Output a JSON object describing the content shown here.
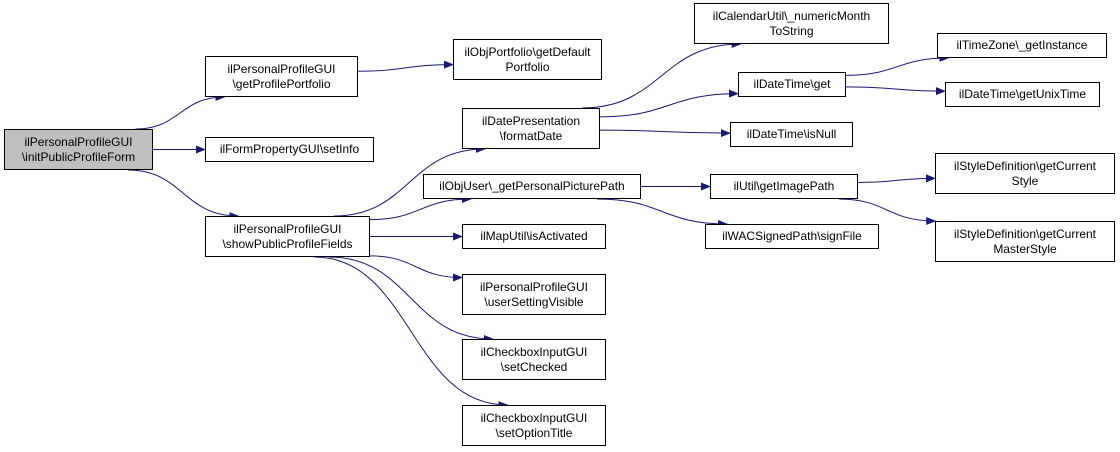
{
  "graph": {
    "colors": {
      "edge": "#191970",
      "root_fill": "#bfbfbf",
      "node_fill": "#ffffff",
      "border": "#000000"
    },
    "nodes": {
      "n0": {
        "line1": "ilPersonalProfileGUI",
        "line2": "\\initPublicProfileForm"
      },
      "n1": {
        "line1": "ilPersonalProfileGUI",
        "line2": "\\getProfilePortfolio"
      },
      "n2": {
        "line1": "ilFormPropertyGUI\\setInfo",
        "line2": ""
      },
      "n3": {
        "line1": "ilPersonalProfileGUI",
        "line2": "\\showPublicProfileFields"
      },
      "n4": {
        "line1": "ilObjPortfolio\\getDefault",
        "line2": "Portfolio"
      },
      "n5": {
        "line1": "ilDatePresentation",
        "line2": "\\formatDate"
      },
      "n6": {
        "line1": "ilObjUser\\_getPersonalPicturePath",
        "line2": ""
      },
      "n7": {
        "line1": "ilMapUtil\\isActivated",
        "line2": ""
      },
      "n8": {
        "line1": "ilPersonalProfileGUI",
        "line2": "\\userSettingVisible"
      },
      "n9": {
        "line1": "ilCheckboxInputGUI",
        "line2": "\\setChecked"
      },
      "n10": {
        "line1": "ilCheckboxInputGUI",
        "line2": "\\setOptionTitle"
      },
      "n11": {
        "line1": "ilCalendarUtil\\_numericMonth",
        "line2": "ToString"
      },
      "n12": {
        "line1": "ilDateTime\\get",
        "line2": ""
      },
      "n13": {
        "line1": "ilDateTime\\isNull",
        "line2": ""
      },
      "n14": {
        "line1": "ilUtil\\getImagePath",
        "line2": ""
      },
      "n15": {
        "line1": "ilWACSignedPath\\signFile",
        "line2": ""
      },
      "n16": {
        "line1": "ilTimeZone\\_getInstance",
        "line2": ""
      },
      "n17": {
        "line1": "ilDateTime\\getUnixTime",
        "line2": ""
      },
      "n18": {
        "line1": "ilStyleDefinition\\getCurrent",
        "line2": "Style"
      },
      "n19": {
        "line1": "ilStyleDefinition\\getCurrent",
        "line2": "MasterStyle"
      }
    },
    "edges": [
      [
        "n0",
        "n1"
      ],
      [
        "n0",
        "n2"
      ],
      [
        "n0",
        "n3"
      ],
      [
        "n1",
        "n4"
      ],
      [
        "n3",
        "n5"
      ],
      [
        "n3",
        "n6"
      ],
      [
        "n3",
        "n7"
      ],
      [
        "n3",
        "n8"
      ],
      [
        "n3",
        "n9"
      ],
      [
        "n3",
        "n10"
      ],
      [
        "n5",
        "n11"
      ],
      [
        "n5",
        "n12"
      ],
      [
        "n5",
        "n13"
      ],
      [
        "n6",
        "n14"
      ],
      [
        "n6",
        "n15"
      ],
      [
        "n12",
        "n16"
      ],
      [
        "n12",
        "n17"
      ],
      [
        "n14",
        "n18"
      ],
      [
        "n14",
        "n19"
      ]
    ]
  }
}
